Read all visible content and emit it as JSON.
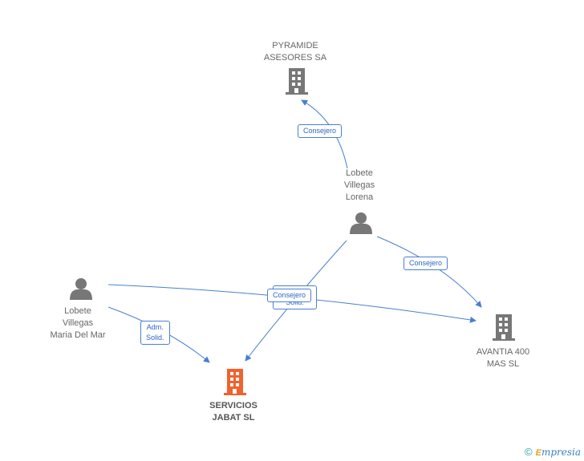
{
  "nodes": {
    "pyramide": {
      "label_line1": "PYRAMIDE",
      "label_line2": "ASESORES SA"
    },
    "lorena": {
      "label_line1": "Lobete",
      "label_line2": "Villegas",
      "label_line3": "Lorena"
    },
    "maria": {
      "label_line1": "Lobete",
      "label_line2": "Villegas",
      "label_line3": "Maria Del Mar"
    },
    "avantia": {
      "label_line1": "AVANTIA 400",
      "label_line2": "MAS SL"
    },
    "servicios": {
      "label_line1": "SERVICIOS",
      "label_line2": "JABAT SL"
    }
  },
  "edges": {
    "lorena_pyramide": "Consejero",
    "lorena_avantia": "Consejero",
    "lorena_servicios": "Consejero\nSolid.",
    "maria_avantia": "Consejero",
    "maria_servicios": "Adm.\nSolid."
  },
  "colors": {
    "company": "#777777",
    "focus_company": "#f0622e",
    "person": "#777777",
    "edge": "#4a7fd0"
  },
  "footer": {
    "copyright": "©",
    "brand_first": "E",
    "brand_rest": "mpresia"
  }
}
